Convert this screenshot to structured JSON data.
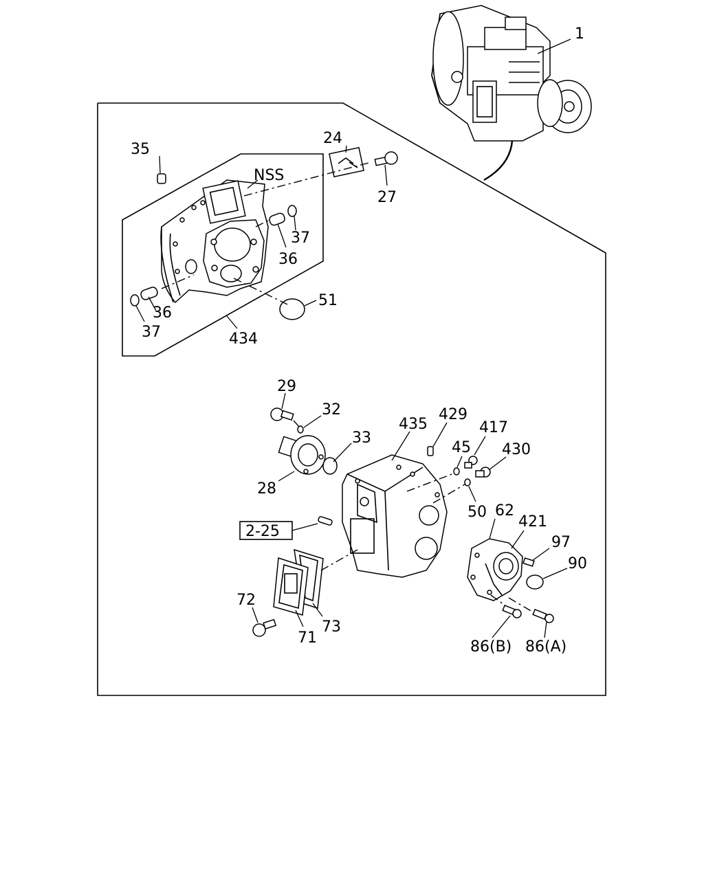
{
  "callouts": {
    "c1": "1",
    "c24": "24",
    "c27": "27",
    "c35": "35",
    "nss": "NSS",
    "c37a": "37",
    "c36a": "36",
    "c36b": "36",
    "c37b": "37",
    "c51": "51",
    "c434": "434",
    "c29": "29",
    "c32": "32",
    "c33": "33",
    "c28": "28",
    "c435": "435",
    "c429": "429",
    "c45": "45",
    "c417": "417",
    "c430": "430",
    "c50": "50",
    "c62": "62",
    "c421": "421",
    "c97": "97",
    "c90": "90",
    "ref225": "2-25",
    "c72": "72",
    "c71": "71",
    "c73": "73",
    "c86b": "86(B)",
    "c86a": "86(A)"
  }
}
